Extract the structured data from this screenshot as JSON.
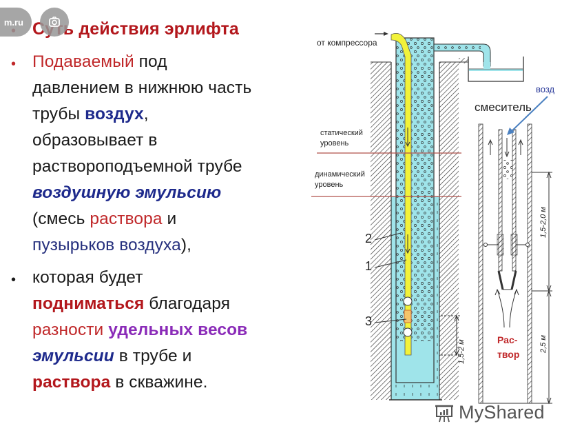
{
  "overlay": {
    "site_fragment": "m.ru",
    "lens_icon": "camera-search-icon"
  },
  "text": {
    "title": "Суть действия эрлифта",
    "p1": {
      "l1a": "Подаваемый",
      "l1b": " под",
      "l2": "давлением в нижнюю часть",
      "l3a": "трубы ",
      "l3b": "воздух",
      "l3c": ",",
      "l4": "образовывает в",
      "l5": "раствороподъемной  трубе",
      "l6": "воздушную эмульсию",
      "l7a": "(смесь ",
      "l7b": "раствора",
      "l7c": " и",
      "l8a": "пузырьков воздуха",
      "l8b": "),"
    },
    "p2": {
      "l1": " которая  будет",
      "l2a": "подниматься",
      "l2b": " благодаря",
      "l3a": "разности ",
      "l3b": "удельных весов",
      "l4a": "эмульсии",
      "l4b": " в трубе и",
      "l5a": "раствора",
      "l5b": " в скважине."
    },
    "bullet": "•"
  },
  "diagram": {
    "from_compressor": "от компрессора",
    "static_level": [
      "статический",
      "уровень"
    ],
    "dynamic_level": [
      "динамический",
      "уровень"
    ],
    "label_1": "1",
    "label_2": "2",
    "label_3": "3",
    "dim_left": "1,5-2 м",
    "air_label": "возд",
    "mixer": "смеситель",
    "dim_right_top": "1,5-2,0 м",
    "dim_right_bottom": "2,5 м",
    "solution": [
      "Рас-",
      "твор"
    ],
    "colors": {
      "water": "#9fe4ea",
      "air_pipe": "#f2f23a",
      "level_line": "#b0504a",
      "hatch": "#333333"
    }
  },
  "watermark": {
    "brand": "MyShared"
  }
}
